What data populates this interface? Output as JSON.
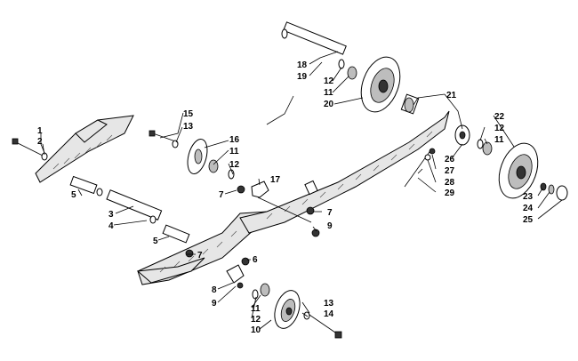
{
  "callouts": [
    {
      "id": "c1",
      "text": "1"
    },
    {
      "id": "c2",
      "text": "2"
    },
    {
      "id": "c3",
      "text": "3"
    },
    {
      "id": "c4",
      "text": "4"
    },
    {
      "id": "c5a",
      "text": "5"
    },
    {
      "id": "c5b",
      "text": "5"
    },
    {
      "id": "c6",
      "text": "6"
    },
    {
      "id": "c7a",
      "text": "7"
    },
    {
      "id": "c7b",
      "text": "7"
    },
    {
      "id": "c7c",
      "text": "7"
    },
    {
      "id": "c8",
      "text": "8"
    },
    {
      "id": "c9a",
      "text": "9"
    },
    {
      "id": "c9b",
      "text": "9"
    },
    {
      "id": "c10",
      "text": "10"
    },
    {
      "id": "c11a",
      "text": "11"
    },
    {
      "id": "c11b",
      "text": "11"
    },
    {
      "id": "c11c",
      "text": "11"
    },
    {
      "id": "c11d",
      "text": "11"
    },
    {
      "id": "c12a",
      "text": "12"
    },
    {
      "id": "c12b",
      "text": "12"
    },
    {
      "id": "c12c",
      "text": "12"
    },
    {
      "id": "c12d",
      "text": "12"
    },
    {
      "id": "c13a",
      "text": "13"
    },
    {
      "id": "c13b",
      "text": "13"
    },
    {
      "id": "c14",
      "text": "14"
    },
    {
      "id": "c15",
      "text": "15"
    },
    {
      "id": "c16",
      "text": "16"
    },
    {
      "id": "c17",
      "text": "17"
    },
    {
      "id": "c18",
      "text": "18"
    },
    {
      "id": "c19",
      "text": "19"
    },
    {
      "id": "c20",
      "text": "20"
    },
    {
      "id": "c21",
      "text": "21"
    },
    {
      "id": "c22",
      "text": "22"
    },
    {
      "id": "c23",
      "text": "23"
    },
    {
      "id": "c24",
      "text": "24"
    },
    {
      "id": "c25",
      "text": "25"
    },
    {
      "id": "c26",
      "text": "26"
    },
    {
      "id": "c27",
      "text": "27"
    },
    {
      "id": "c28",
      "text": "28"
    },
    {
      "id": "c29",
      "text": "29"
    }
  ]
}
